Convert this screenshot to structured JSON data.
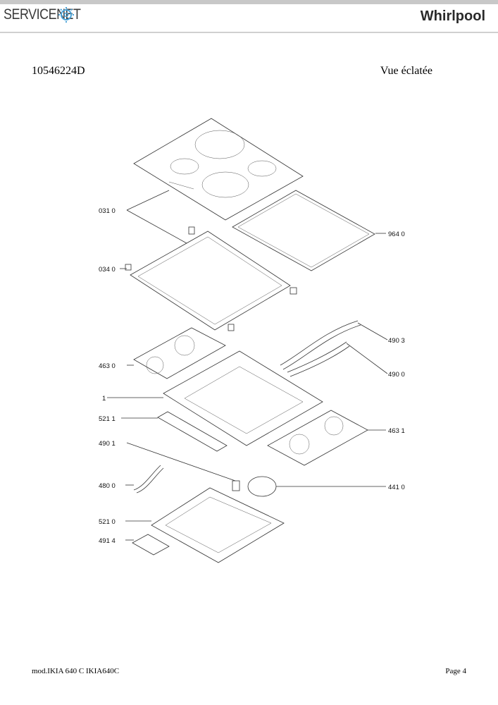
{
  "header": {
    "brand_left": "SERVICENET",
    "brand_right": "Whirlpool"
  },
  "document": {
    "id": "10546224D",
    "title": "Vue éclatée"
  },
  "footer": {
    "model": "mod.IKIA 640 C IKIA640C",
    "page": "Page 4"
  },
  "parts": {
    "p031": "031 0",
    "p964": "964 0",
    "p034": "034 0",
    "p4903": "490 3",
    "p463_0": "463 0",
    "p4900": "490 0",
    "p1": "1",
    "p5211": "521 1",
    "p4631": "463 1",
    "p4901": "490 1",
    "p4800": "480 0",
    "p4410": "441 0",
    "p5210": "521 0",
    "p4914": "491 4"
  }
}
